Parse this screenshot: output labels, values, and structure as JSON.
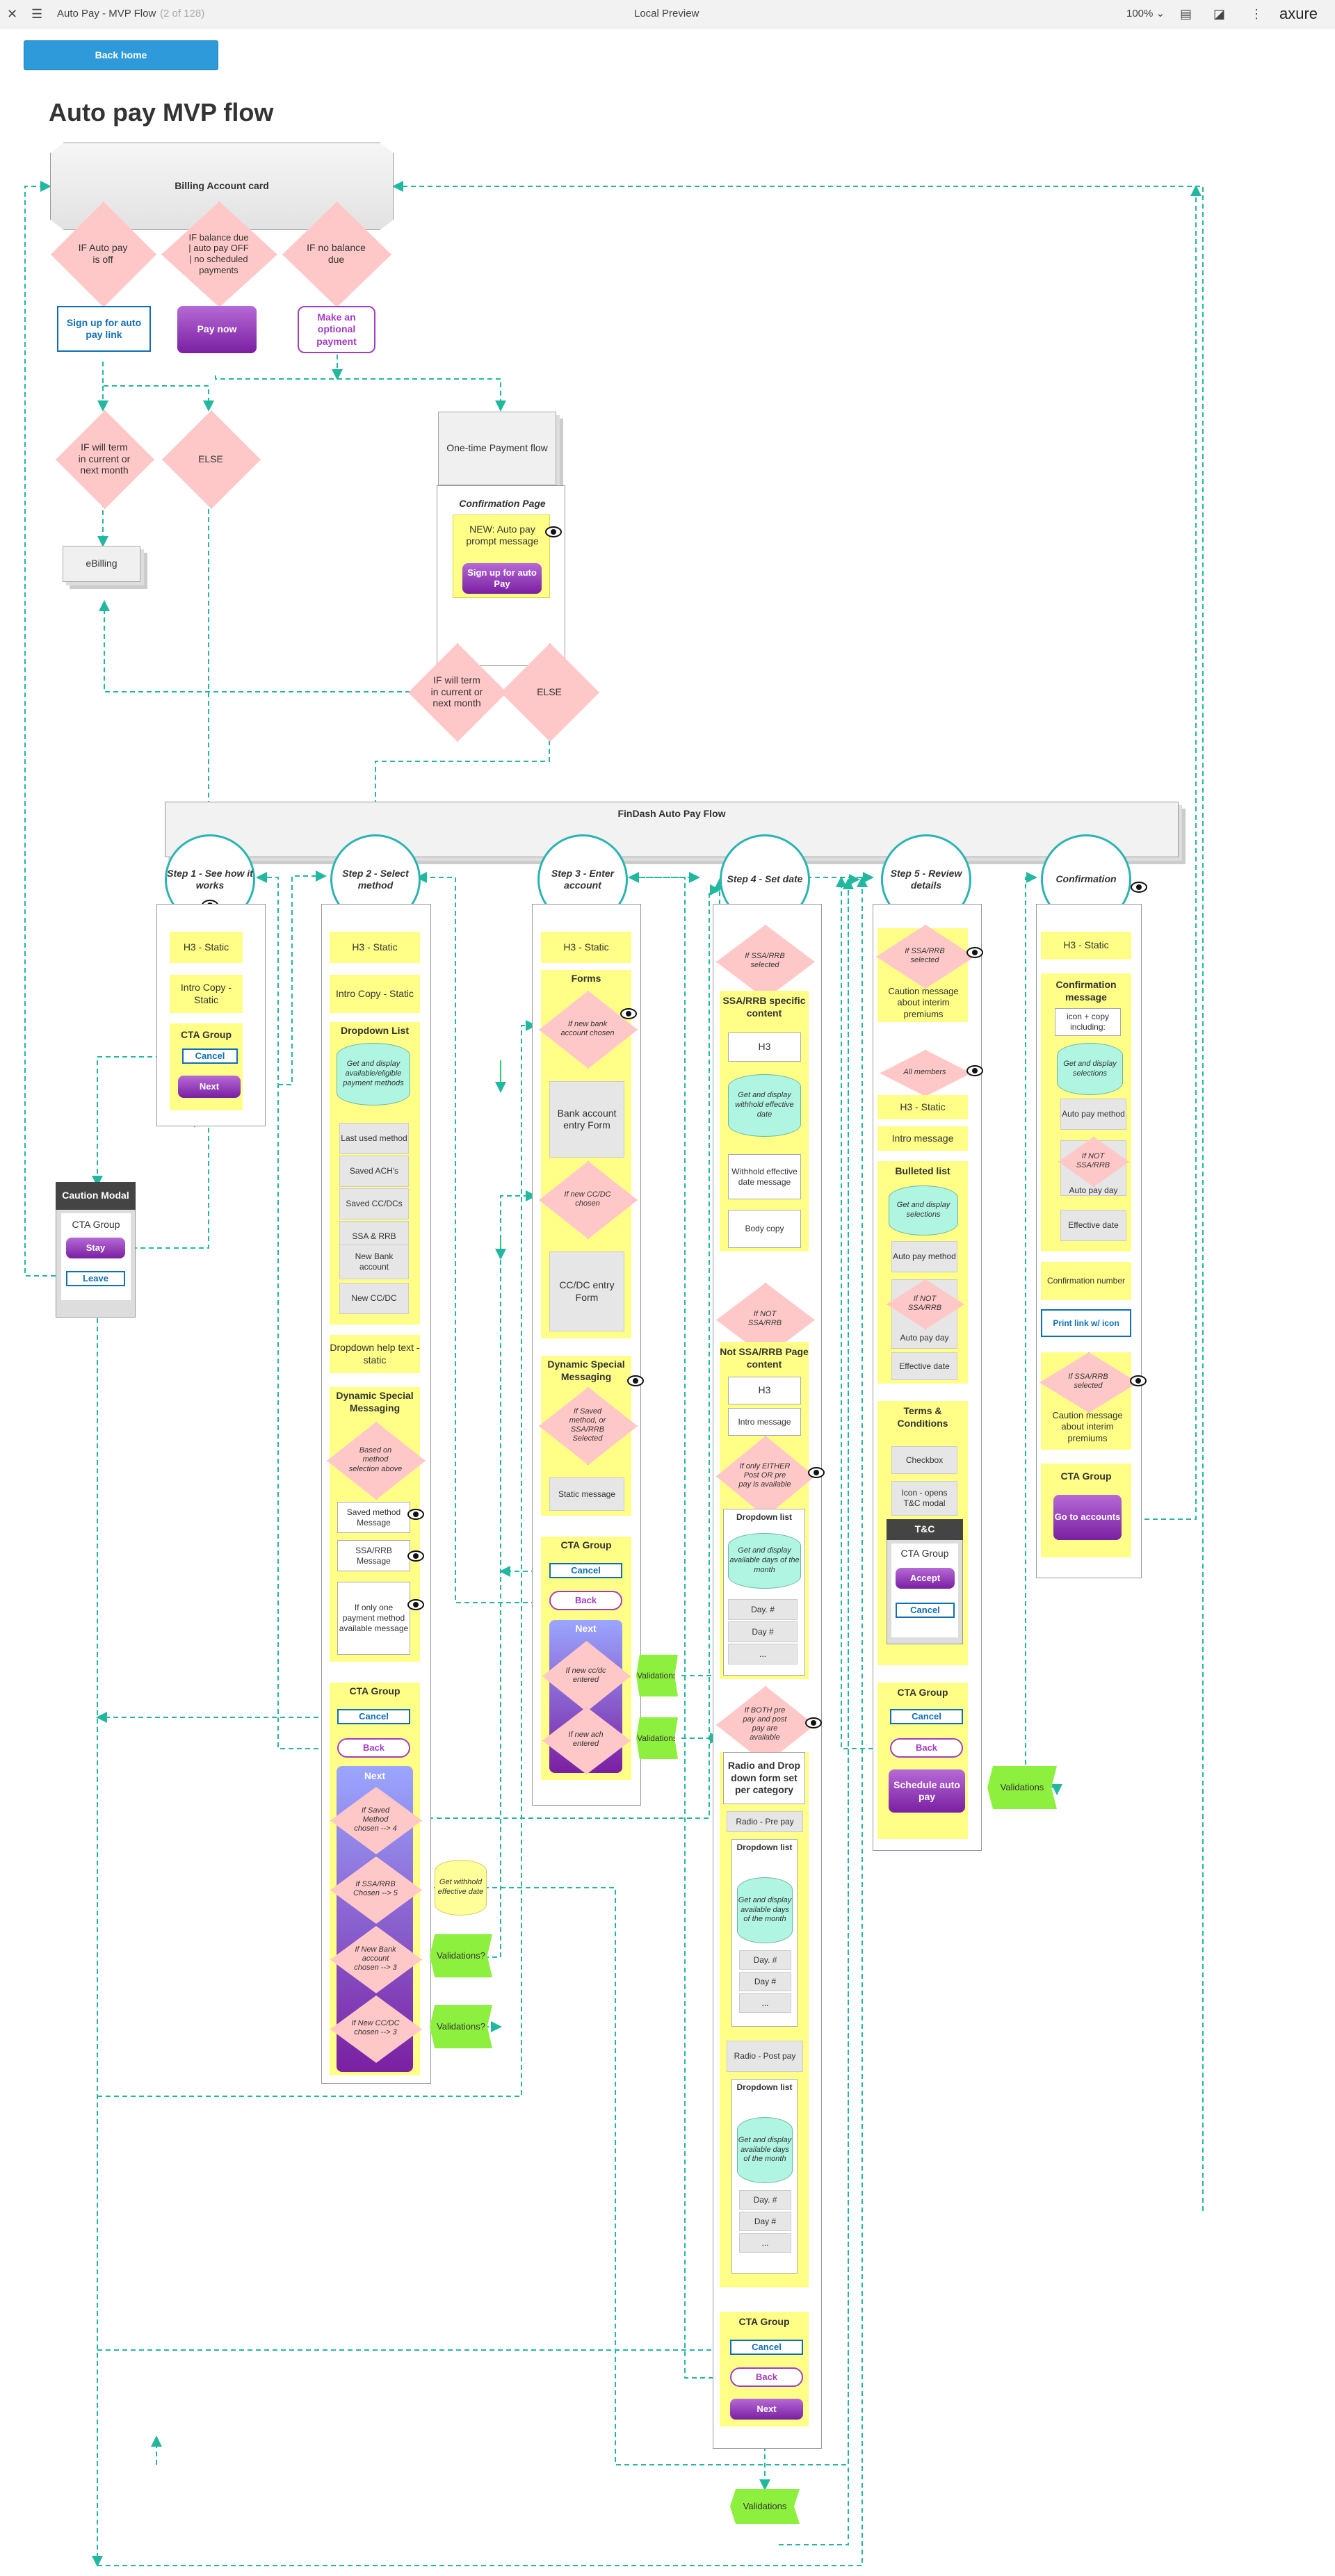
{
  "toolbar": {
    "page_title": "Auto Pay - MVP Flow",
    "page_count": "(2 of 128)",
    "preview": "Local Preview",
    "zoom": "100%",
    "brand": "axure"
  },
  "page": {
    "back_home": "Back home",
    "heading": "Auto pay MVP flow"
  },
  "top": {
    "billing_card": "Billing Account card",
    "d_autopay_off": "IF Auto pay is off",
    "d_balance_due": "IF balance due | auto pay OFF | no scheduled payments",
    "d_no_balance": "IF no balance due",
    "signup_link": "Sign up for auto pay link",
    "pay_now": "Pay now",
    "optional_payment": "Make an optional payment",
    "d_term": "IF will term in current or next month",
    "d_else": "ELSE",
    "ebilling": "eBilling",
    "onetime": "One-time Payment flow",
    "confirm_page": "Confirmation Page",
    "new_prompt": "NEW: Auto pay prompt message",
    "signup_btn": "Sign up for auto Pay",
    "d_term2": "IF will term in current or next month",
    "d_else2": "ELSE"
  },
  "findash": "FinDash Auto Pay Flow",
  "modal": {
    "title": "Caution Modal",
    "cta": "CTA Group",
    "stay": "Stay",
    "leave": "Leave"
  },
  "step1": {
    "title": "Step 1 - See how it works",
    "h3": "H3 - Static",
    "intro": "Intro Copy - Static",
    "cta": "CTA Group",
    "cancel": "Cancel",
    "next": "Next"
  },
  "step2": {
    "title": "Step 2 - Select method",
    "h3": "H3 - Static",
    "intro": "Intro Copy - Static",
    "dropdown": "Dropdown List",
    "get_methods": "Get and display available/eligible payment methods",
    "opts": [
      "Last used method",
      "Saved ACH's",
      "Saved CC/DCs",
      "SSA & RRB",
      "New Bank account",
      "New CC/DC"
    ],
    "help": "Dropdown help text - static",
    "dsm": "Dynamic Special Messaging",
    "based_on": "Based on method selection above",
    "msgs": [
      "Saved method Message",
      "SSA/RRB Message",
      "If only one payment method available message"
    ],
    "cta": "CTA Group",
    "cancel": "Cancel",
    "back": "Back",
    "next": "Next",
    "nd1": "If Saved Method chosen --> 4",
    "nd2": "If SSA/RRB Chosen --> 5",
    "nd3": "If New Bank account chosen --> 3",
    "nd4": "If New CC/DC chosen --> 3",
    "withhold": "Get withhold effective date",
    "val1": "Validations?",
    "val2": "Validations?"
  },
  "step3": {
    "title": "Step 3 - Enter account",
    "h3": "H3 - Static",
    "forms": "Forms",
    "d_bank": "If new bank account chosen",
    "bank_form": "Bank account entry Form",
    "d_cc": "If new CC/DC chosen",
    "cc_form": "CC/DC entry Form",
    "dsm": "Dynamic Special Messaging",
    "d_saved": "If Saved method, or SSA/RRB Selected",
    "static_msg": "Static message",
    "cta": "CTA Group",
    "cancel": "Cancel",
    "back": "Back",
    "next": "Next",
    "nd1": "If new cc/dc entered",
    "nd2": "If new ach entered",
    "val1": "Validations",
    "val2": "Validations"
  },
  "step4": {
    "title": "Step 4 - Set date",
    "d_ssa": "If SSA/RRB selected",
    "ssa_content": "SSA/RRB specific content",
    "h3": "H3",
    "get_withhold": "Get and display withhold effective date",
    "withhold_msg": "Withhold effective date message",
    "body": "Body copy",
    "d_not_ssa": "If NOT SSA/RRB",
    "not_ssa_content": "Not SSA/RRB Page content",
    "h3b": "H3",
    "intro": "Intro message",
    "d_either": "If only EITHER Post OR pre pay is available",
    "dd_list": "Dropdown list",
    "get_days": "Get and display available days of the month",
    "days": [
      "Day. #",
      "Day #",
      "..."
    ],
    "d_both": "If BOTH pre pay and post pay are available",
    "radio_set": "Radio and Drop down form set per category",
    "radio_pre": "Radio - Pre pay",
    "dd1": "Dropdown list",
    "get_days1": "Get and display available days of the month",
    "days1": [
      "Day. #",
      "Day #",
      "..."
    ],
    "radio_post": "Radio - Post pay",
    "dd2": "Dropdown list",
    "get_days2": "Get and display available days of the month",
    "days2": [
      "Day. #",
      "Day #",
      "..."
    ],
    "cta": "CTA Group",
    "cancel": "Cancel",
    "back": "Back",
    "next": "Next",
    "val": "Validations"
  },
  "step5": {
    "title": "Step 5 - Review details",
    "d_ssa": "If SSA/RRB selected",
    "caution": "Caution message about interim premiums",
    "d_all": "All members",
    "h3": "H3 - Static",
    "intro": "Intro message",
    "bulleted": "Bulleted list",
    "get_sel": "Get and display selections",
    "method": "Auto pay method",
    "d_not_ssa": "If NOT SSA/RRB",
    "payday": "Auto pay day",
    "eff": "Effective date",
    "tc": "Terms & Conditions",
    "checkbox": "Checkbox",
    "icon_tc": "Icon - opens T&C modal",
    "tc_modal": "T&C",
    "tc_cta": "CTA Group",
    "accept": "Accept",
    "tc_cancel": "Cancel",
    "cta": "CTA Group",
    "cancel": "Cancel",
    "back": "Back",
    "schedule": "Schedule auto pay",
    "val": "Validations"
  },
  "confirm": {
    "title": "Confirmation",
    "h3": "H3 - Static",
    "msg": "Confirmation message",
    "icon_copy": "icon + copy including:",
    "get_sel": "Get and display selections",
    "method": "Auto pay method",
    "d_not_ssa": "If NOT SSA/RRB",
    "payday": "Auto pay day",
    "eff": "Effective date",
    "number": "Confirmation number",
    "print": "Print link w/ icon",
    "d_ssa": "If SSA/RRB selected",
    "caution": "Caution message about interim premiums",
    "cta": "CTA Group",
    "goto": "Go to accounts"
  },
  "colors": {
    "connector": "#22b8a0",
    "accent_blue": "#2196d8",
    "purple": "#8a2cb0",
    "yellow": "#ffff88",
    "pink": "#ffc8c8",
    "teal": "#2ab3b3",
    "green": "#8ef03e"
  }
}
